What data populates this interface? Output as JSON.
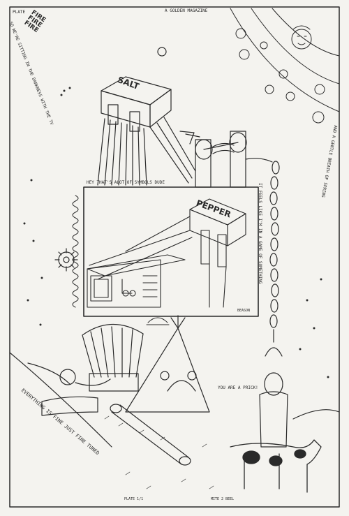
{
  "artwork": {
    "top_left_plate_mark": "PLATE",
    "top_center_caption": "A GOLDEN MAGAZINE",
    "fire_text": "FIRE\nFIRE\nFIRE",
    "left_vertical_text": "SO WE'RE SITTING IN THE DARKNESS WITH THE TV",
    "salt_label": "SALT",
    "pepper_label": "PEPPER",
    "frame_caption": "HEY THAT'S ALOT OF SYMBOLS DUDE",
    "frame_signature": "BEASON",
    "right_vertical_text_1": "IT FEELS LIKE I'M IN A GAME OF SOMETHING",
    "right_vertical_text_2": "AND A GENTLE BREATH OF SPRING",
    "speech_bubble": "YOU ARE A PRICK!",
    "bottom_left_script": "EVERYTHING IS FINE JUST FINE TUNED",
    "bottom_small_1": "PLATE 1/1",
    "bottom_small_2": "MITE 2 BEEL"
  },
  "palette": {
    "ink": "#2a2a2a",
    "paper": "#f4f3ef"
  }
}
